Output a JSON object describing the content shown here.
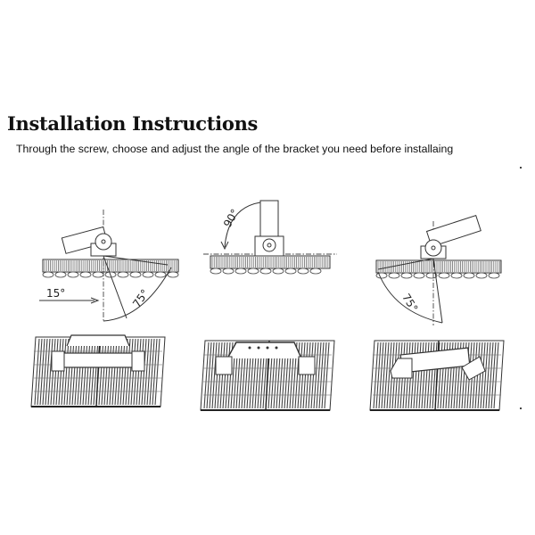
{
  "page": {
    "title": "Installation Instructions",
    "subtitle": "Through the screw, choose and adjust the angle of the bracket you need before installaing"
  },
  "figures": [
    {
      "id": "tilt-left",
      "angles": [
        "15°",
        "75°"
      ]
    },
    {
      "id": "vertical",
      "angles": [
        "90°"
      ]
    },
    {
      "id": "tilt-right",
      "angles": [
        "75°"
      ]
    }
  ]
}
